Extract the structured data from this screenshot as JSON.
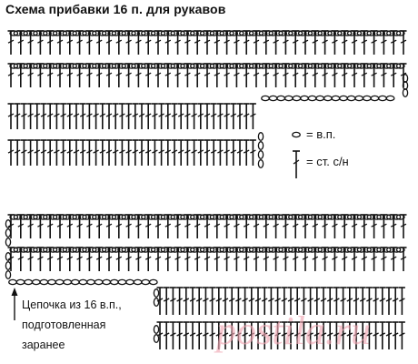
{
  "title": "Схема прибавки 16 п. для рукавов",
  "legend": {
    "chain_label": "= в.п.",
    "dc_label": "= ст. с/н",
    "chain_icon": "chain-stitch-oval-icon",
    "dc_icon": "double-crochet-symbol-icon"
  },
  "note": {
    "line1": "Цепочка из 16 в.п.,",
    "line2": "подготовленная",
    "line3": "заранее"
  },
  "watermark": "postila.ru",
  "colors": {
    "ink": "#111111",
    "watermark": "#f0a8b4"
  }
}
